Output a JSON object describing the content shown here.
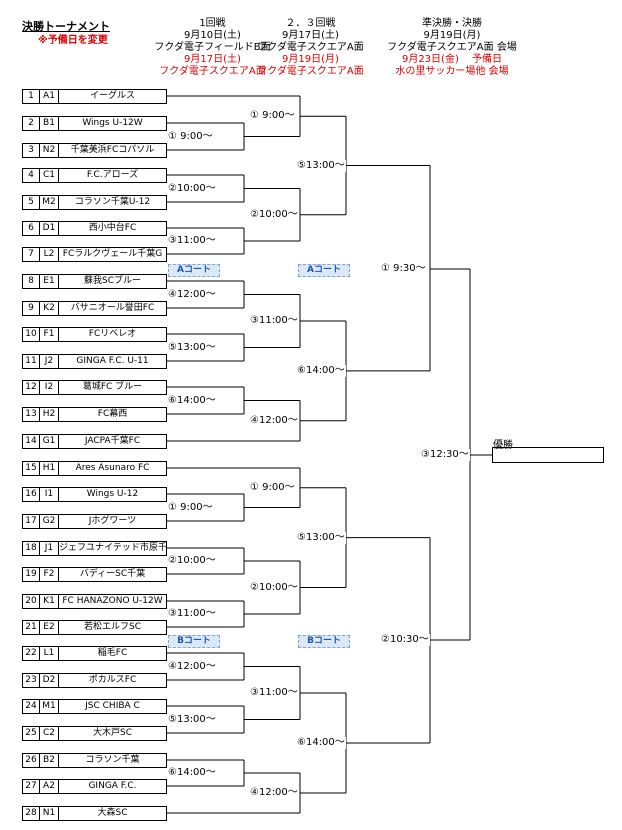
{
  "header": {
    "title": "決勝トーナメント",
    "note": "※予備日を変更",
    "round1": {
      "name": "1回戦",
      "date": "9月10日(土)",
      "venue": "フクダ電子フィールドB面",
      "alt_date": "9月17日(土)",
      "alt_venue": "フクダ電子スクエアA面"
    },
    "round23": {
      "name": "２．３回戦",
      "date": "9月17日(土)",
      "venue": "フクダ電子スクエアA面",
      "alt_date": "9月19日(月)",
      "alt_venue": "フクダ電子スクエアA面"
    },
    "final": {
      "name": "準決勝・決勝",
      "date": "9月19日(月)",
      "venue": "フクダ電子スクエアA面",
      "venue_label": "会場",
      "alt_date": "9月23日(金)",
      "alt_label": "予備日",
      "alt_venue": "水の里サッカー場他",
      "alt_venue_label": "会場"
    }
  },
  "teams": [
    {
      "num": "1",
      "code": "A1",
      "name": "イーグルス"
    },
    {
      "num": "2",
      "code": "B1",
      "name": "Wings U-12W"
    },
    {
      "num": "3",
      "code": "N2",
      "name": "千葉美浜FCコパソル"
    },
    {
      "num": "4",
      "code": "C1",
      "name": "F.C.アローズ"
    },
    {
      "num": "5",
      "code": "M2",
      "name": "コラソン千葉U-12"
    },
    {
      "num": "6",
      "code": "D1",
      "name": "西小中台FC"
    },
    {
      "num": "7",
      "code": "L2",
      "name": "FCラルクヴェール千葉G"
    },
    {
      "num": "8",
      "code": "E1",
      "name": "蘇我SCブルー"
    },
    {
      "num": "9",
      "code": "K2",
      "name": "バサニオール誉田FC"
    },
    {
      "num": "10",
      "code": "F1",
      "name": "FCリベレオ"
    },
    {
      "num": "11",
      "code": "J2",
      "name": "GINGA F.C. U-11"
    },
    {
      "num": "12",
      "code": "I2",
      "name": "葛城FC ブルー"
    },
    {
      "num": "13",
      "code": "H2",
      "name": "FC幕西"
    },
    {
      "num": "14",
      "code": "G1",
      "name": "JACPA千葉FC"
    },
    {
      "num": "15",
      "code": "H1",
      "name": "Ares Asunaro FC"
    },
    {
      "num": "16",
      "code": "I1",
      "name": "Wings U-12"
    },
    {
      "num": "17",
      "code": "G2",
      "name": "Jホグワーツ"
    },
    {
      "num": "18",
      "code": "J1",
      "name": "ジェフユナイテッド市原千葉"
    },
    {
      "num": "19",
      "code": "F2",
      "name": "バディーSC千葉"
    },
    {
      "num": "20",
      "code": "K1",
      "name": "FC HANAZONO U-12W"
    },
    {
      "num": "21",
      "code": "E2",
      "name": "若松エルフSC"
    },
    {
      "num": "22",
      "code": "L1",
      "name": "稲毛FC"
    },
    {
      "num": "23",
      "code": "D2",
      "name": "ポカルスFC"
    },
    {
      "num": "24",
      "code": "M1",
      "name": "JSC CHIBA C"
    },
    {
      "num": "25",
      "code": "C2",
      "name": "大木戸SC"
    },
    {
      "num": "26",
      "code": "B2",
      "name": "コラソン千葉"
    },
    {
      "num": "27",
      "code": "A2",
      "name": "GINGA F.C."
    },
    {
      "num": "28",
      "code": "N1",
      "name": "大森SC"
    }
  ],
  "match_labels": {
    "r1_a": [
      "① 9:00～",
      "②10:00～",
      "③11:00～",
      "④12:00～",
      "⑤13:00～",
      "⑥14:00～"
    ],
    "r1_b": [
      "① 9:00～",
      "②10:00～",
      "③11:00～",
      "④12:00～",
      "⑤13:00～",
      "⑥14:00～"
    ],
    "r2_a": [
      "① 9:00～",
      "②10:00～",
      "③11:00～",
      "④12:00～"
    ],
    "r2_b": [
      "① 9:00～",
      "②10:00～",
      "③11:00～",
      "④12:00～"
    ],
    "r3_a": [
      "⑤13:00～",
      "⑥14:00～"
    ],
    "r3_b": [
      "⑤13:00～",
      "⑥14:00～"
    ],
    "semi": [
      "① 9:30～",
      "②10:30～"
    ],
    "final": "③12:30～"
  },
  "courts": {
    "a": "Aコート",
    "b": "Bコート"
  },
  "winner_label": "優勝"
}
